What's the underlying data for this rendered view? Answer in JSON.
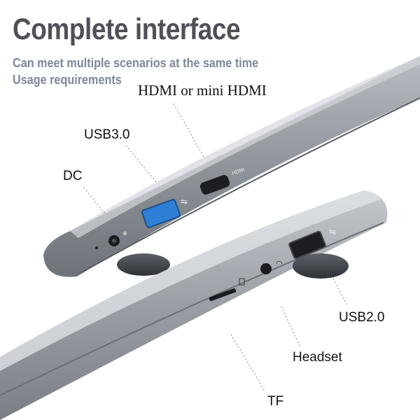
{
  "header": {
    "title": "Complete interface",
    "subtitle_line1": "Can meet multiple scenarios at the same time",
    "subtitle_line2": "Usage requirements"
  },
  "labels": {
    "hdmi": "HDMI or mini HDMI",
    "usb3": "USB3.0",
    "dc": "DC",
    "usb2": "USB2.0",
    "headset": "Headset",
    "tf": "TF"
  },
  "colors": {
    "headline": "#4e5258",
    "subtitle": "#7c889a",
    "laptop_body": "#9a9ea4",
    "usb3_port": "#2f7fd6",
    "background": "#ffffff"
  },
  "icons": [
    "usb-icon",
    "headphone-icon",
    "sd-card-icon",
    "power-icon",
    "hdmi-icon"
  ]
}
